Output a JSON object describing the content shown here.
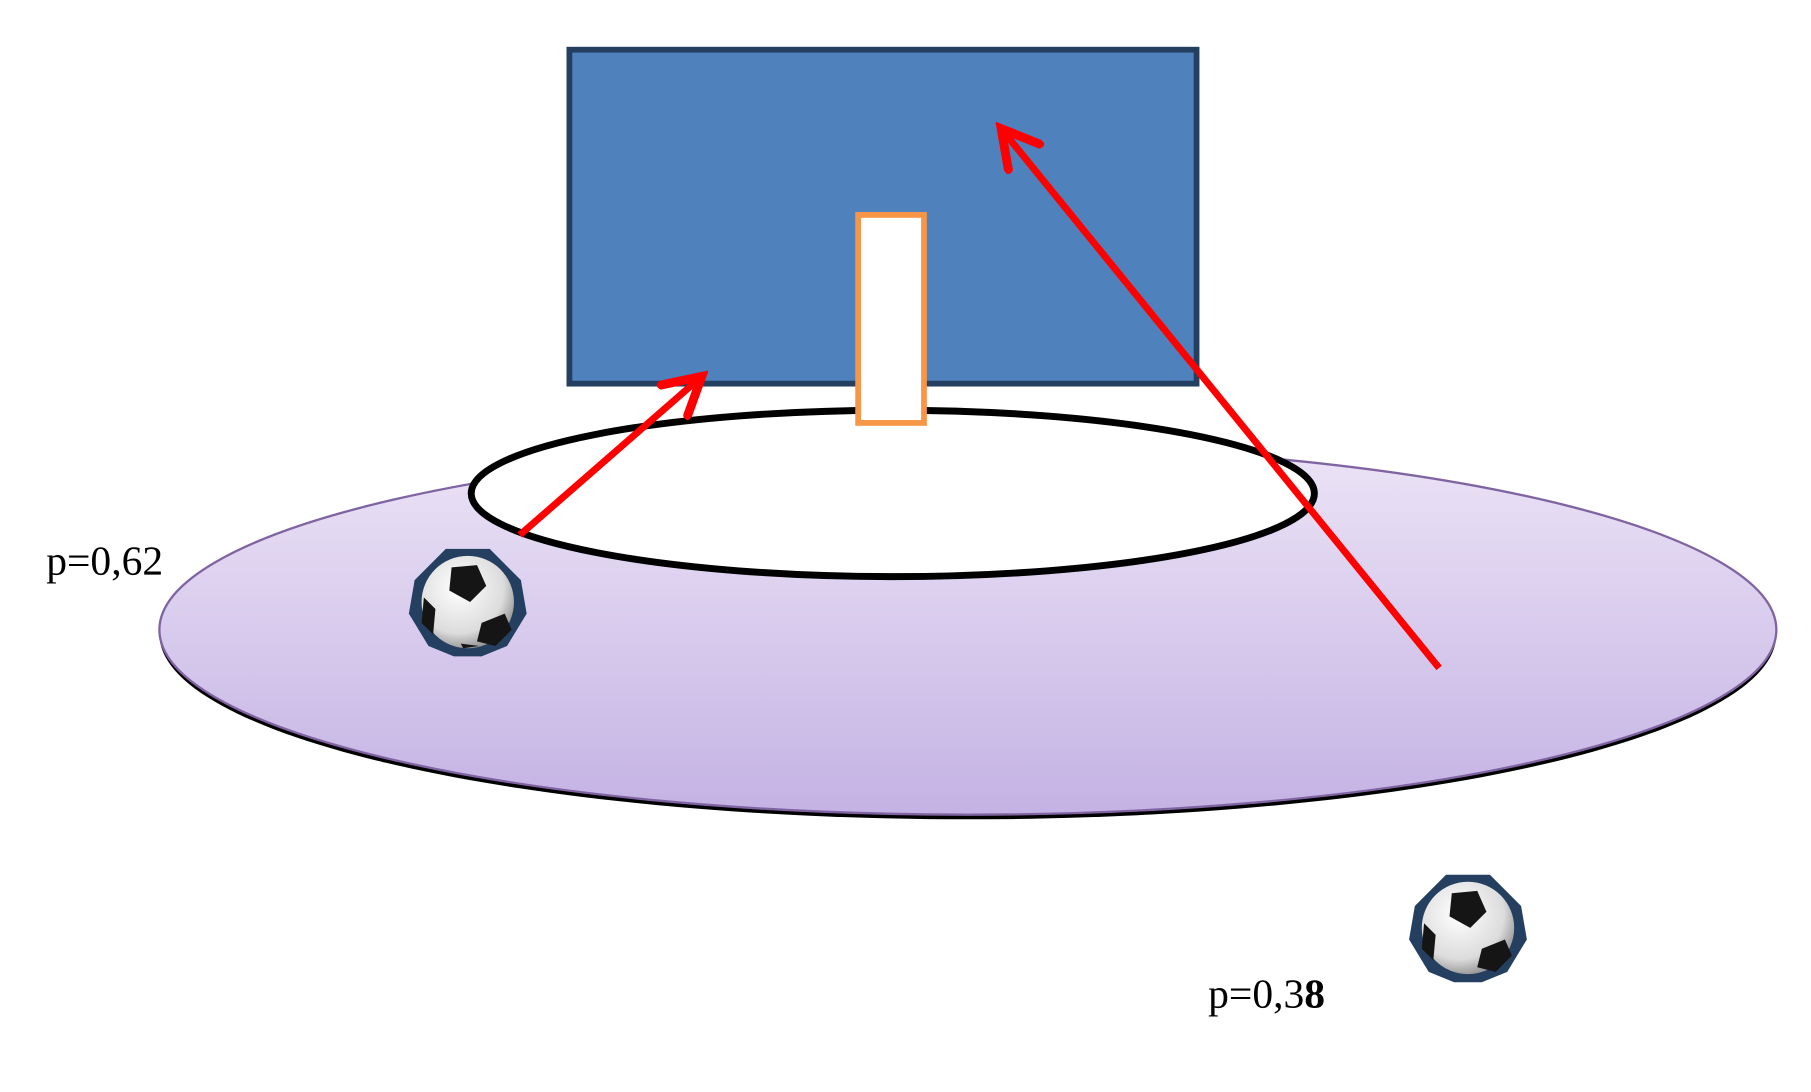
{
  "labels": {
    "p_inside": "p=0,62",
    "p_outside_prefix": "p=0,3",
    "p_outside_bold": "8"
  },
  "colors": {
    "goal_fill": "#4f81bd",
    "goal_stroke": "#243f60",
    "post_stroke": "#f79646",
    "zone_top": "#ece4f6",
    "zone_bottom": "#c4b2e4",
    "zone_stroke": "#8064a2",
    "arrow": "#ff0000"
  }
}
